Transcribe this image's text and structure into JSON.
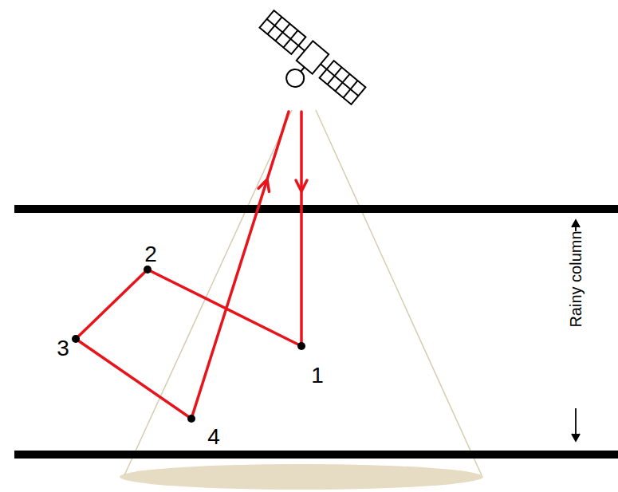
{
  "diagram": {
    "labels": [
      "2",
      "3",
      "1",
      "4",
      "Rainy column"
    ]
  }
}
